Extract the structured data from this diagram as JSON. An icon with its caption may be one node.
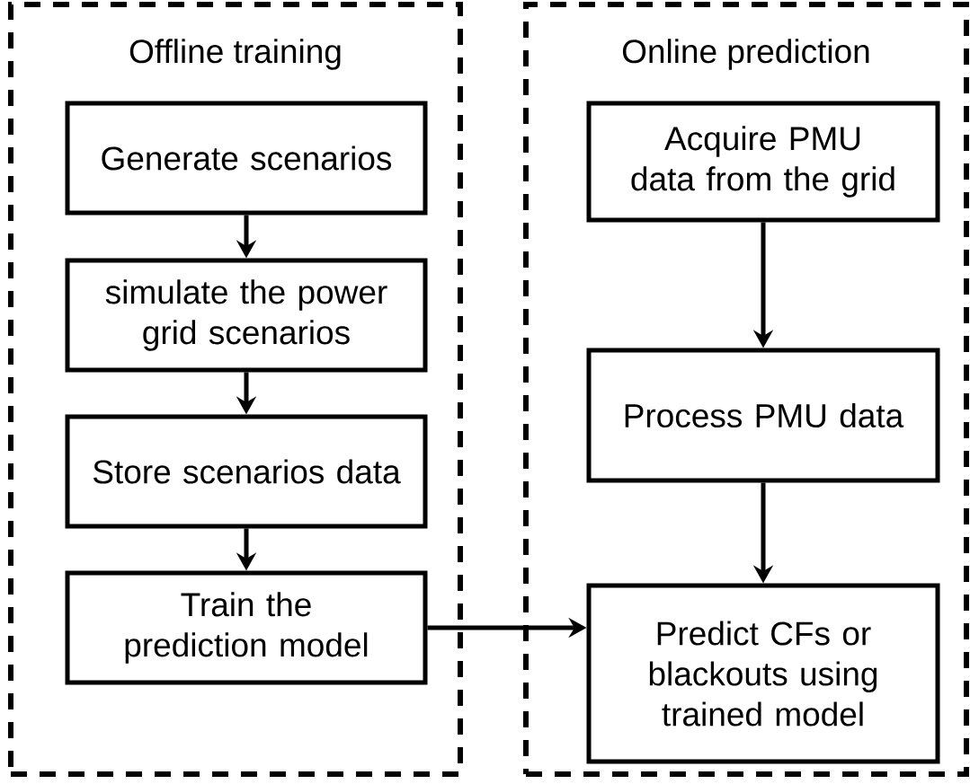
{
  "diagram": {
    "nodes": [
      {
        "text": [
          "Offline training"
        ]
      },
      {
        "text": [
          "Online prediction"
        ]
      },
      {
        "text": [
          "Generate scenarios"
        ],
        "in": 0
      },
      {
        "text": [
          "simulate the power grid scenarios"
        ],
        "in": 0
      },
      {
        "text": [
          "Store scenarios data"
        ],
        "in": 0
      },
      {
        "text": [
          "Train the prediction model"
        ],
        "in": 0
      },
      {
        "text": [
          "Acquire PMU data from the grid"
        ],
        "in": 1
      },
      {
        "text": [
          "Process PMU data"
        ],
        "in": 1
      },
      {
        "text": [
          "Predict CFs or blackouts using trained model"
        ],
        "in": 1
      }
    ],
    "edges": [
      {
        "from": 2,
        "to": 3,
        "arrow": "to"
      },
      {
        "from": 3,
        "to": 4,
        "arrow": "to"
      },
      {
        "from": 4,
        "to": 5,
        "arrow": "to"
      },
      {
        "from": 6,
        "to": 7,
        "arrow": "to"
      },
      {
        "from": 7,
        "to": 8,
        "arrow": "to"
      },
      {
        "from": 5,
        "to": 8,
        "arrow": "to"
      }
    ]
  }
}
